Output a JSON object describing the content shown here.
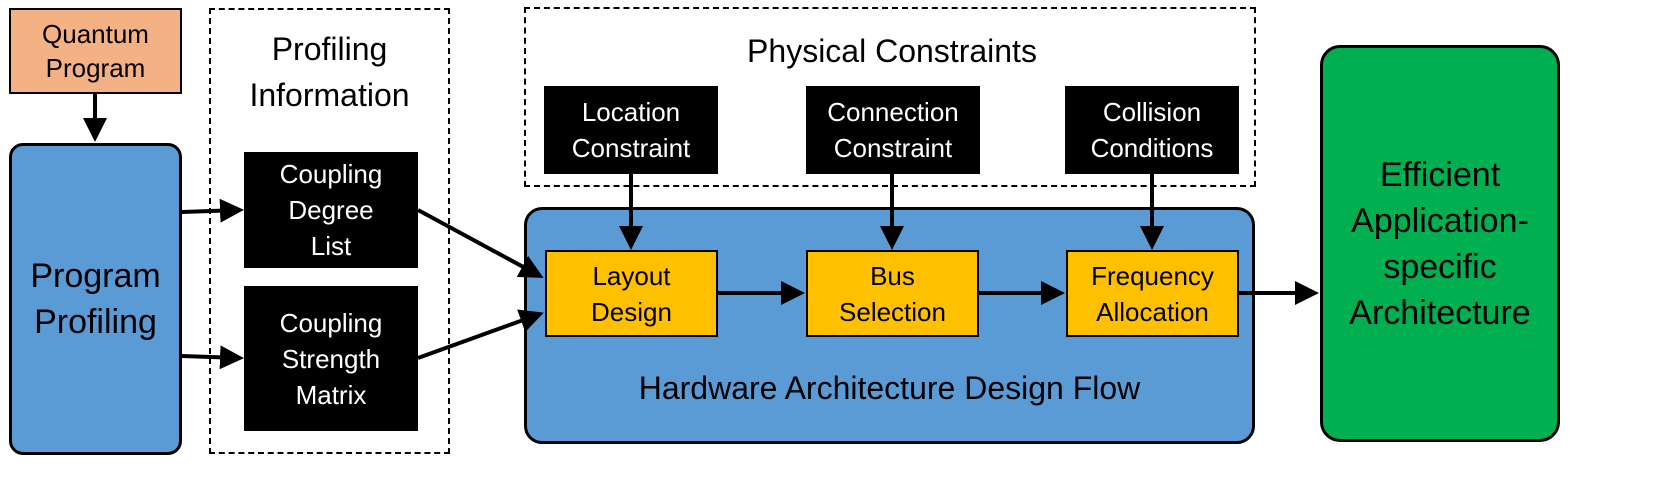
{
  "quantum_program": "Quantum\nProgram",
  "program_profiling": "Program\nProfiling",
  "profiling_information": {
    "title": "Profiling\nInformation",
    "coupling_degree_list": "Coupling\nDegree\nList",
    "coupling_strength_matrix": "Coupling\nStrength\nMatrix"
  },
  "physical_constraints": {
    "title": "Physical Constraints",
    "location_constraint": "Location\nConstraint",
    "connection_constraint": "Connection\nConstraint",
    "collision_conditions": "Collision\nConditions"
  },
  "design_flow": {
    "title": "Hardware Architecture Design Flow",
    "layout_design": "Layout\nDesign",
    "bus_selection": "Bus\nSelection",
    "frequency_allocation": "Frequency\nAllocation"
  },
  "output": "Efficient\nApplication-\nspecific\nArchitecture",
  "colors": {
    "program_box": "#F4B183",
    "profiling_box": "#5B9BD5",
    "design_flow_box": "#5B9BD5",
    "step_box": "#FFC000",
    "output_box": "#00B050",
    "data_box": "#000000"
  }
}
